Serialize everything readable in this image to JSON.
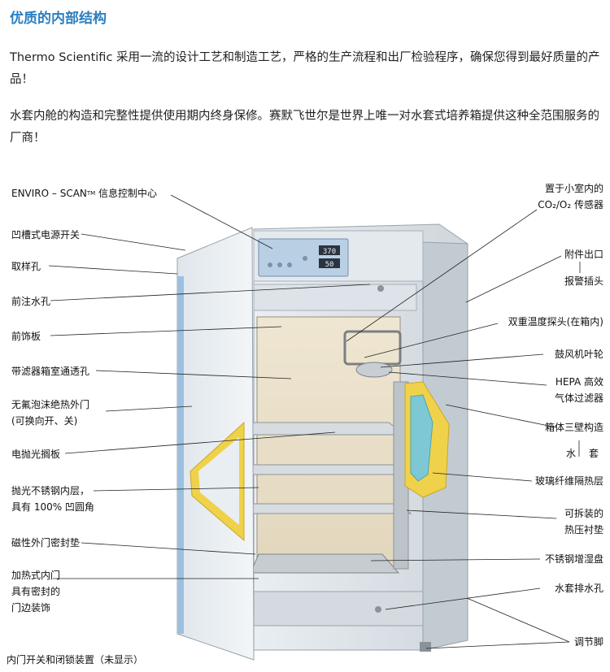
{
  "title": "优质的内部结构",
  "paragraphs": [
    "Thermo Scientific 采用一流的设计工艺和制造工艺，严格的生产流程和出厂检验程序，确保您得到最好质量的产品！",
    "水套内舱的构造和完整性提供使用期内终身保修。赛默飞世尔是世界上唯一对水套式培养箱提供这种全范围服务的厂商！"
  ],
  "display": {
    "temp": "370",
    "co2": "50"
  },
  "labels_left": {
    "enviro": "ENVIRO – SCAN",
    "enviro_tm": "TM",
    "enviro_rest": " 信息控制中心",
    "power_switch": "凹槽式电源开关",
    "sample_port": "取样孔",
    "water_fill": "前注水孔",
    "front_panel": "前饰板",
    "filtered_vent": "带滤器箱室通透孔",
    "outer_door_1": "无氟泡沫绝热外门",
    "outer_door_2": "(可换向开、关)",
    "shelf": "电抛光搁板",
    "liner_1": "抛光不锈钢内层，",
    "liner_2": "具有 100% 凹圆角",
    "magnetic_gasket": "磁性外门密封垫",
    "inner_door_1": "加热式内门",
    "inner_door_2": "具有密封的",
    "inner_door_3": "门边装饰",
    "bottom_note": "内门开关和闭锁装置（未显示）"
  },
  "labels_right": {
    "sensor_1": "置于小室内的",
    "sensor_2": "CO₂/O₂ 传感器",
    "access_port": "附件出口",
    "alarm_jack": "报警插头",
    "dual_probe": "双重温度探头(在箱内)",
    "blower": "鼓风机叶轮",
    "hepa_1": "HEPA 高效",
    "hepa_2": "气体过滤器",
    "triple_wall": "箱体三壁构造",
    "water": "水",
    "jacket": "套",
    "fiberglass": "玻璃纤维隔热层",
    "gasket_1": "可拆装的",
    "gasket_2": "热压衬垫",
    "humidity_pan": "不锈钢增湿盘",
    "drain": "水套排水孔",
    "feet": "调节脚"
  }
}
